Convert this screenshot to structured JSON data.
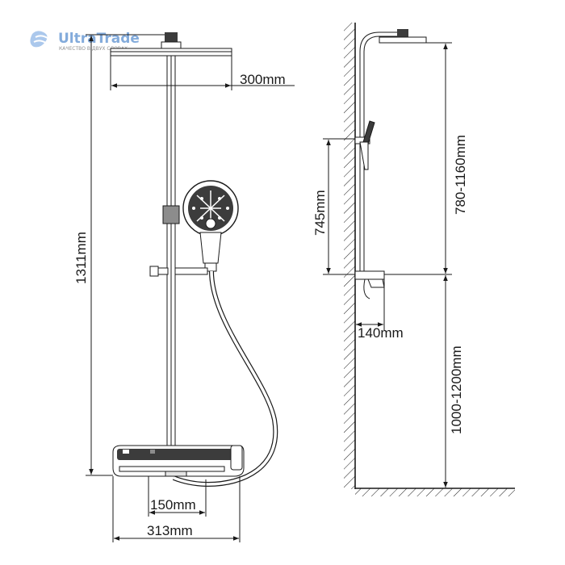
{
  "watermark": {
    "brand": "UltraTrade",
    "tagline": "КАЧЕСТВО В ДВУХ СЛОВАХ"
  },
  "front_view": {
    "head_width": "300mm",
    "total_height": "1311mm",
    "spout_offset": "150mm",
    "shelf_width": "313mm"
  },
  "side_view": {
    "rail_length": "780-1160mm",
    "holder_height": "745mm",
    "projection": "140mm",
    "mount_height": "1000-1200mm"
  },
  "colors": {
    "line": "#1a1a1a",
    "metal": "#8c8c8c",
    "dark_panel": "#3c3c3c",
    "brand_blue": "#5a8fd0"
  }
}
